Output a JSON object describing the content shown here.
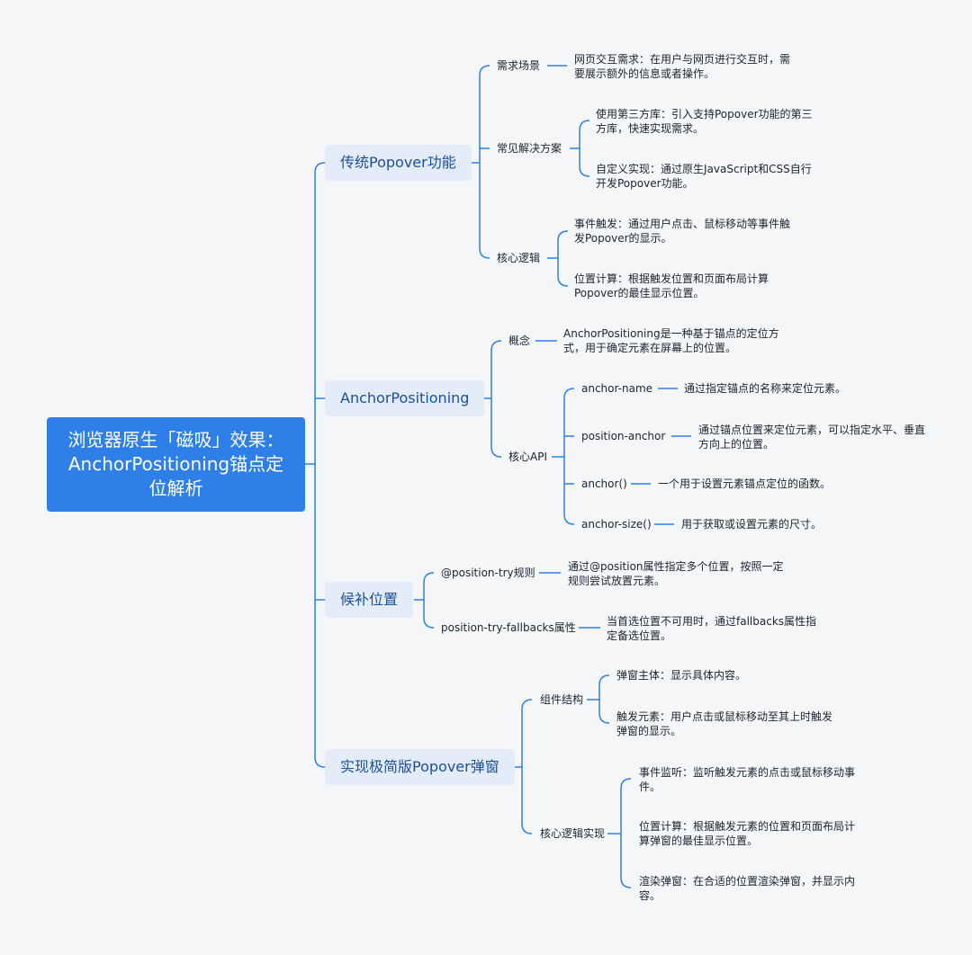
{
  "root": {
    "title": "浏览器原生「磁吸」效果：AnchorPositioning锚点定位解析"
  },
  "branches": [
    {
      "label": "传统Popover功能",
      "children": [
        {
          "label": "需求场景",
          "leaves": [
            "网页交互需求：在用户与网页进行交互时，需要展示额外的信息或者操作。"
          ]
        },
        {
          "label": "常见解决方案",
          "leaves": [
            "使用第三方库：引入支持Popover功能的第三方库，快速实现需求。",
            "自定义实现：通过原生JavaScript和CSS自行开发Popover功能。"
          ]
        },
        {
          "label": "核心逻辑",
          "leaves": [
            "事件触发：通过用户点击、鼠标移动等事件触发Popover的显示。",
            "位置计算：根据触发位置和页面布局计算Popover的最佳显示位置。"
          ]
        }
      ]
    },
    {
      "label": "AnchorPositioning",
      "children": [
        {
          "label": "概念",
          "leaves": [
            "AnchorPositioning是一种基于锚点的定位方式，用于确定元素在屏幕上的位置。"
          ]
        },
        {
          "label": "核心API",
          "subs": [
            {
              "label": "anchor-name",
              "leaf": "通过指定锚点的名称来定位元素。"
            },
            {
              "label": "position-anchor",
              "leaf": "通过锚点位置来定位元素，可以指定水平、垂直方向上的位置。"
            },
            {
              "label": "anchor()",
              "leaf": "一个用于设置元素锚点定位的函数。"
            },
            {
              "label": "anchor-size()",
              "leaf": "用于获取或设置元素的尺寸。"
            }
          ]
        }
      ]
    },
    {
      "label": "候补位置",
      "children": [
        {
          "label": "@position-try规则",
          "leaves": [
            "通过@position属性指定多个位置，按照一定规则尝试放置元素。"
          ]
        },
        {
          "label": "position-try-fallbacks属性",
          "leaves": [
            "当首选位置不可用时，通过fallbacks属性指定备选位置。"
          ]
        }
      ]
    },
    {
      "label": "实现极简版Popover弹窗",
      "children": [
        {
          "label": "组件结构",
          "leaves": [
            "弹窗主体：显示具体内容。",
            "触发元素：用户点击或鼠标移动至其上时触发弹窗的显示。"
          ]
        },
        {
          "label": "核心逻辑实现",
          "leaves": [
            "事件监听：监听触发元素的点击或鼠标移动事件。",
            "位置计算：根据触发元素的位置和页面布局计算弹窗的最佳显示位置。",
            "渲染弹窗：在合适的位置渲染弹窗，并显示内容。"
          ]
        }
      ]
    }
  ],
  "colors": {
    "line": "#2f7fe8",
    "root_bg": "#2f7fe8",
    "branch_bg": "#e3ecf8",
    "branch_text": "#1c4f9b"
  }
}
